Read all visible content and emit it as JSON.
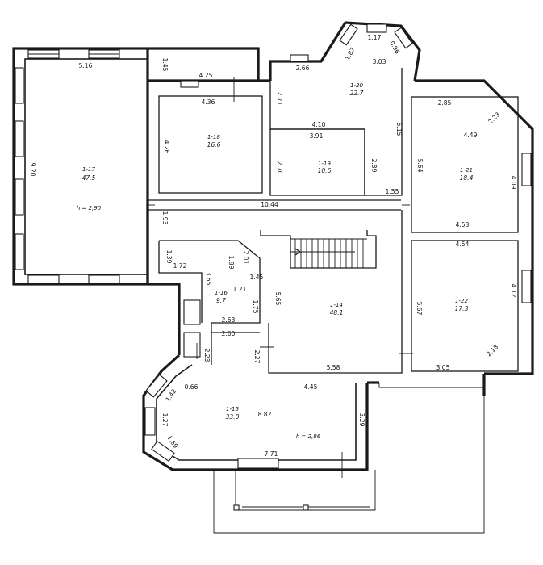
{
  "rooms": {
    "r17": {
      "id": "1-17",
      "area": "47.5",
      "note": "h = 2,90"
    },
    "r18": {
      "id": "1-18",
      "area": "16.6"
    },
    "r19": {
      "id": "1-19",
      "area": "10.6"
    },
    "r20": {
      "id": "1-20",
      "area": "22.7"
    },
    "r21": {
      "id": "1-21",
      "area": "18.4"
    },
    "r22": {
      "id": "1-22",
      "area": "17.3"
    },
    "r14": {
      "id": "1-14",
      "area": "48.1"
    },
    "r16": {
      "id": "1-16",
      "area": "9.7"
    },
    "r15": {
      "id": "1-15",
      "area": "33.0",
      "note": "h = 2,86"
    }
  },
  "dims": {
    "d516": "5.16",
    "d920": "9.20",
    "d145": "1.45",
    "d425": "4.25",
    "d436": "4.36",
    "d426": "4.26",
    "d266": "2.66",
    "d303": "3.03",
    "d117": "1.17",
    "d187": "1.87",
    "d096": "0.96",
    "d271": "2.71",
    "d410": "4.10",
    "d615": "6.15",
    "d391": "3.91",
    "d270": "2.70",
    "d289": "2.89",
    "d155": "1.55",
    "d285": "2.85",
    "d223": "2.23",
    "d449": "4.49",
    "d564": "5.64",
    "d409": "4.09",
    "d453": "4.53",
    "d1044": "10.44",
    "d193": "1.93",
    "d139": "1.39",
    "d172": "1.72",
    "d365": "3.65",
    "d189": "1.89",
    "d201": "2.01",
    "d121": "1.21",
    "d145b": "1.45",
    "d565": "5.65",
    "d175": "1.75",
    "d263": "2.63",
    "d260": "2.60",
    "d227": "2.27",
    "d558": "5.58",
    "d223b": "2.23",
    "d454": "4.54",
    "d567": "5.67",
    "d412": "4.12",
    "d305": "3.05",
    "d218": "2.18",
    "d066": "0.66",
    "d445": "4.45",
    "d142": "1.42",
    "d127": "1.27",
    "d169": "1.69",
    "d882": "8.82",
    "d329": "3.29",
    "d771": "7.71"
  }
}
